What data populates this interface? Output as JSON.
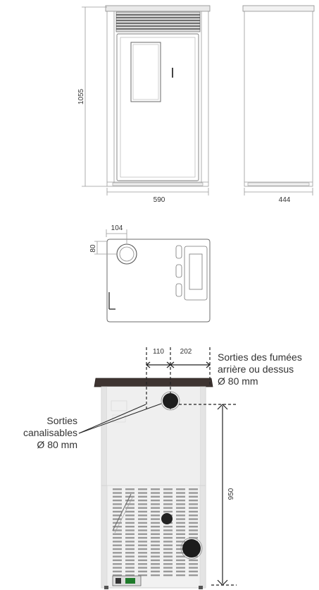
{
  "dimensions": {
    "height_front": "1055",
    "width_front": "590",
    "depth_side": "444",
    "top_offset_x": "104",
    "top_offset_y": "80",
    "rear_offset_1": "110",
    "rear_offset_2": "202",
    "rear_height": "950"
  },
  "callouts": {
    "fumes_line1": "Sorties des fumées",
    "fumes_line2": "arrière ou dessus",
    "fumes_line3": "Ø 80 mm",
    "ducted_line1": "Sorties",
    "ducted_line2": "canalisables",
    "ducted_line3": "Ø 80 mm"
  }
}
